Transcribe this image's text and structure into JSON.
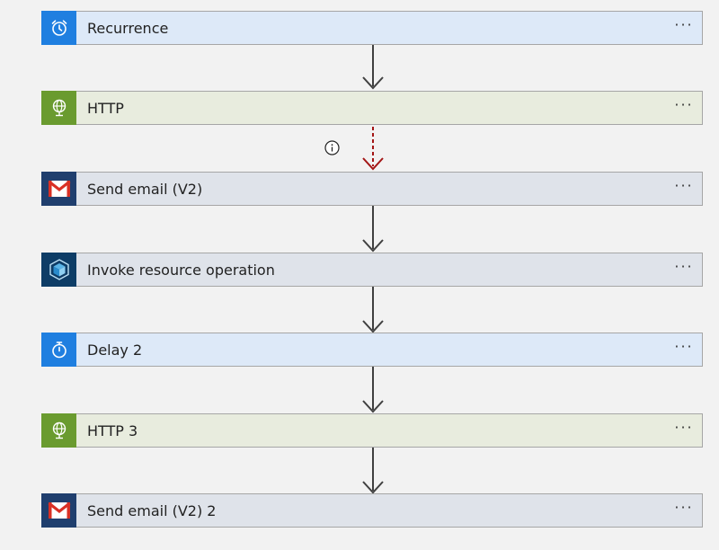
{
  "steps": [
    {
      "label": "Recurrence",
      "more": "···",
      "icon": "alarm-clock-icon",
      "icon_bg": "#1f7fe0",
      "bg": "#dde9f8"
    },
    {
      "label": "HTTP",
      "more": "···",
      "icon": "globe-icon",
      "icon_bg": "#6a9b2f",
      "bg": "#e8ecde"
    },
    {
      "label": "Send email (V2)",
      "more": "···",
      "icon": "gmail-icon",
      "icon_bg": "#203f6e",
      "bg": "#dfe3ea"
    },
    {
      "label": "Invoke resource operation",
      "more": "···",
      "icon": "cube-icon",
      "icon_bg": "#0e3d66",
      "bg": "#dfe3ea"
    },
    {
      "label": "Delay 2",
      "more": "···",
      "icon": "timer-icon",
      "icon_bg": "#1f7fe0",
      "bg": "#dde9f8"
    },
    {
      "label": "HTTP 3",
      "more": "···",
      "icon": "globe-icon",
      "icon_bg": "#6a9b2f",
      "bg": "#e8ecde"
    },
    {
      "label": "Send email (V2) 2",
      "more": "···",
      "icon": "gmail-icon",
      "icon_bg": "#203f6e",
      "bg": "#dfe3ea"
    }
  ],
  "colors": {
    "arrow": "#404040",
    "arrow_failed": "#a31515",
    "canvas": "#f2f2f2"
  },
  "info_icon": "info-icon"
}
